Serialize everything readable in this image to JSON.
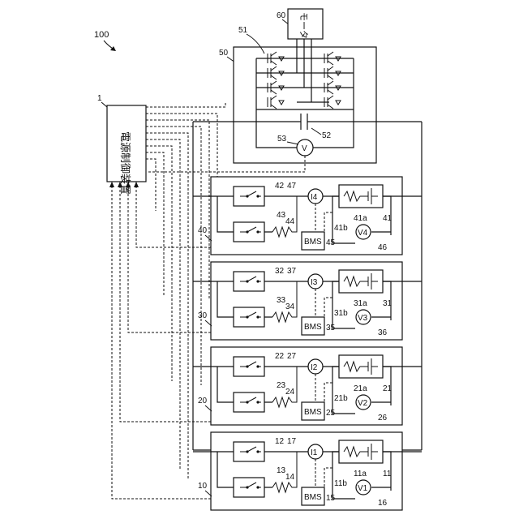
{
  "system_ref": "100",
  "controller": {
    "ref": "1",
    "label": "電源制御装置"
  },
  "motor": {
    "ref": "60",
    "label": "モータ"
  },
  "inverter": {
    "ref": "50",
    "bridge_ref": "51",
    "capacitor_ref": "52",
    "voltmeter_ref": "53",
    "voltmeter_symbol": "V"
  },
  "bms_label": "BMS",
  "modules": [
    {
      "ref": "40",
      "switch_main": "42",
      "switch_pre": "43",
      "resistor": "44",
      "bms": "45",
      "voltmeter_ref": "46",
      "ammeter_ref": "47",
      "battery": "41",
      "cell_a": "41a",
      "cell_b": "41b",
      "current_symbol": "I4",
      "voltage_symbol": "V4"
    },
    {
      "ref": "30",
      "switch_main": "32",
      "switch_pre": "33",
      "resistor": "34",
      "bms": "35",
      "voltmeter_ref": "36",
      "ammeter_ref": "37",
      "battery": "31",
      "cell_a": "31a",
      "cell_b": "31b",
      "current_symbol": "I3",
      "voltage_symbol": "V3"
    },
    {
      "ref": "20",
      "switch_main": "22",
      "switch_pre": "23",
      "resistor": "24",
      "bms": "25",
      "voltmeter_ref": "26",
      "ammeter_ref": "27",
      "battery": "21",
      "cell_a": "21a",
      "cell_b": "21b",
      "current_symbol": "I2",
      "voltage_symbol": "V2"
    },
    {
      "ref": "10",
      "switch_main": "12",
      "switch_pre": "13",
      "resistor": "14",
      "bms": "15",
      "voltmeter_ref": "16",
      "ammeter_ref": "17",
      "battery": "11",
      "cell_a": "11a",
      "cell_b": "11b",
      "current_symbol": "I1",
      "voltage_symbol": "V1"
    }
  ]
}
